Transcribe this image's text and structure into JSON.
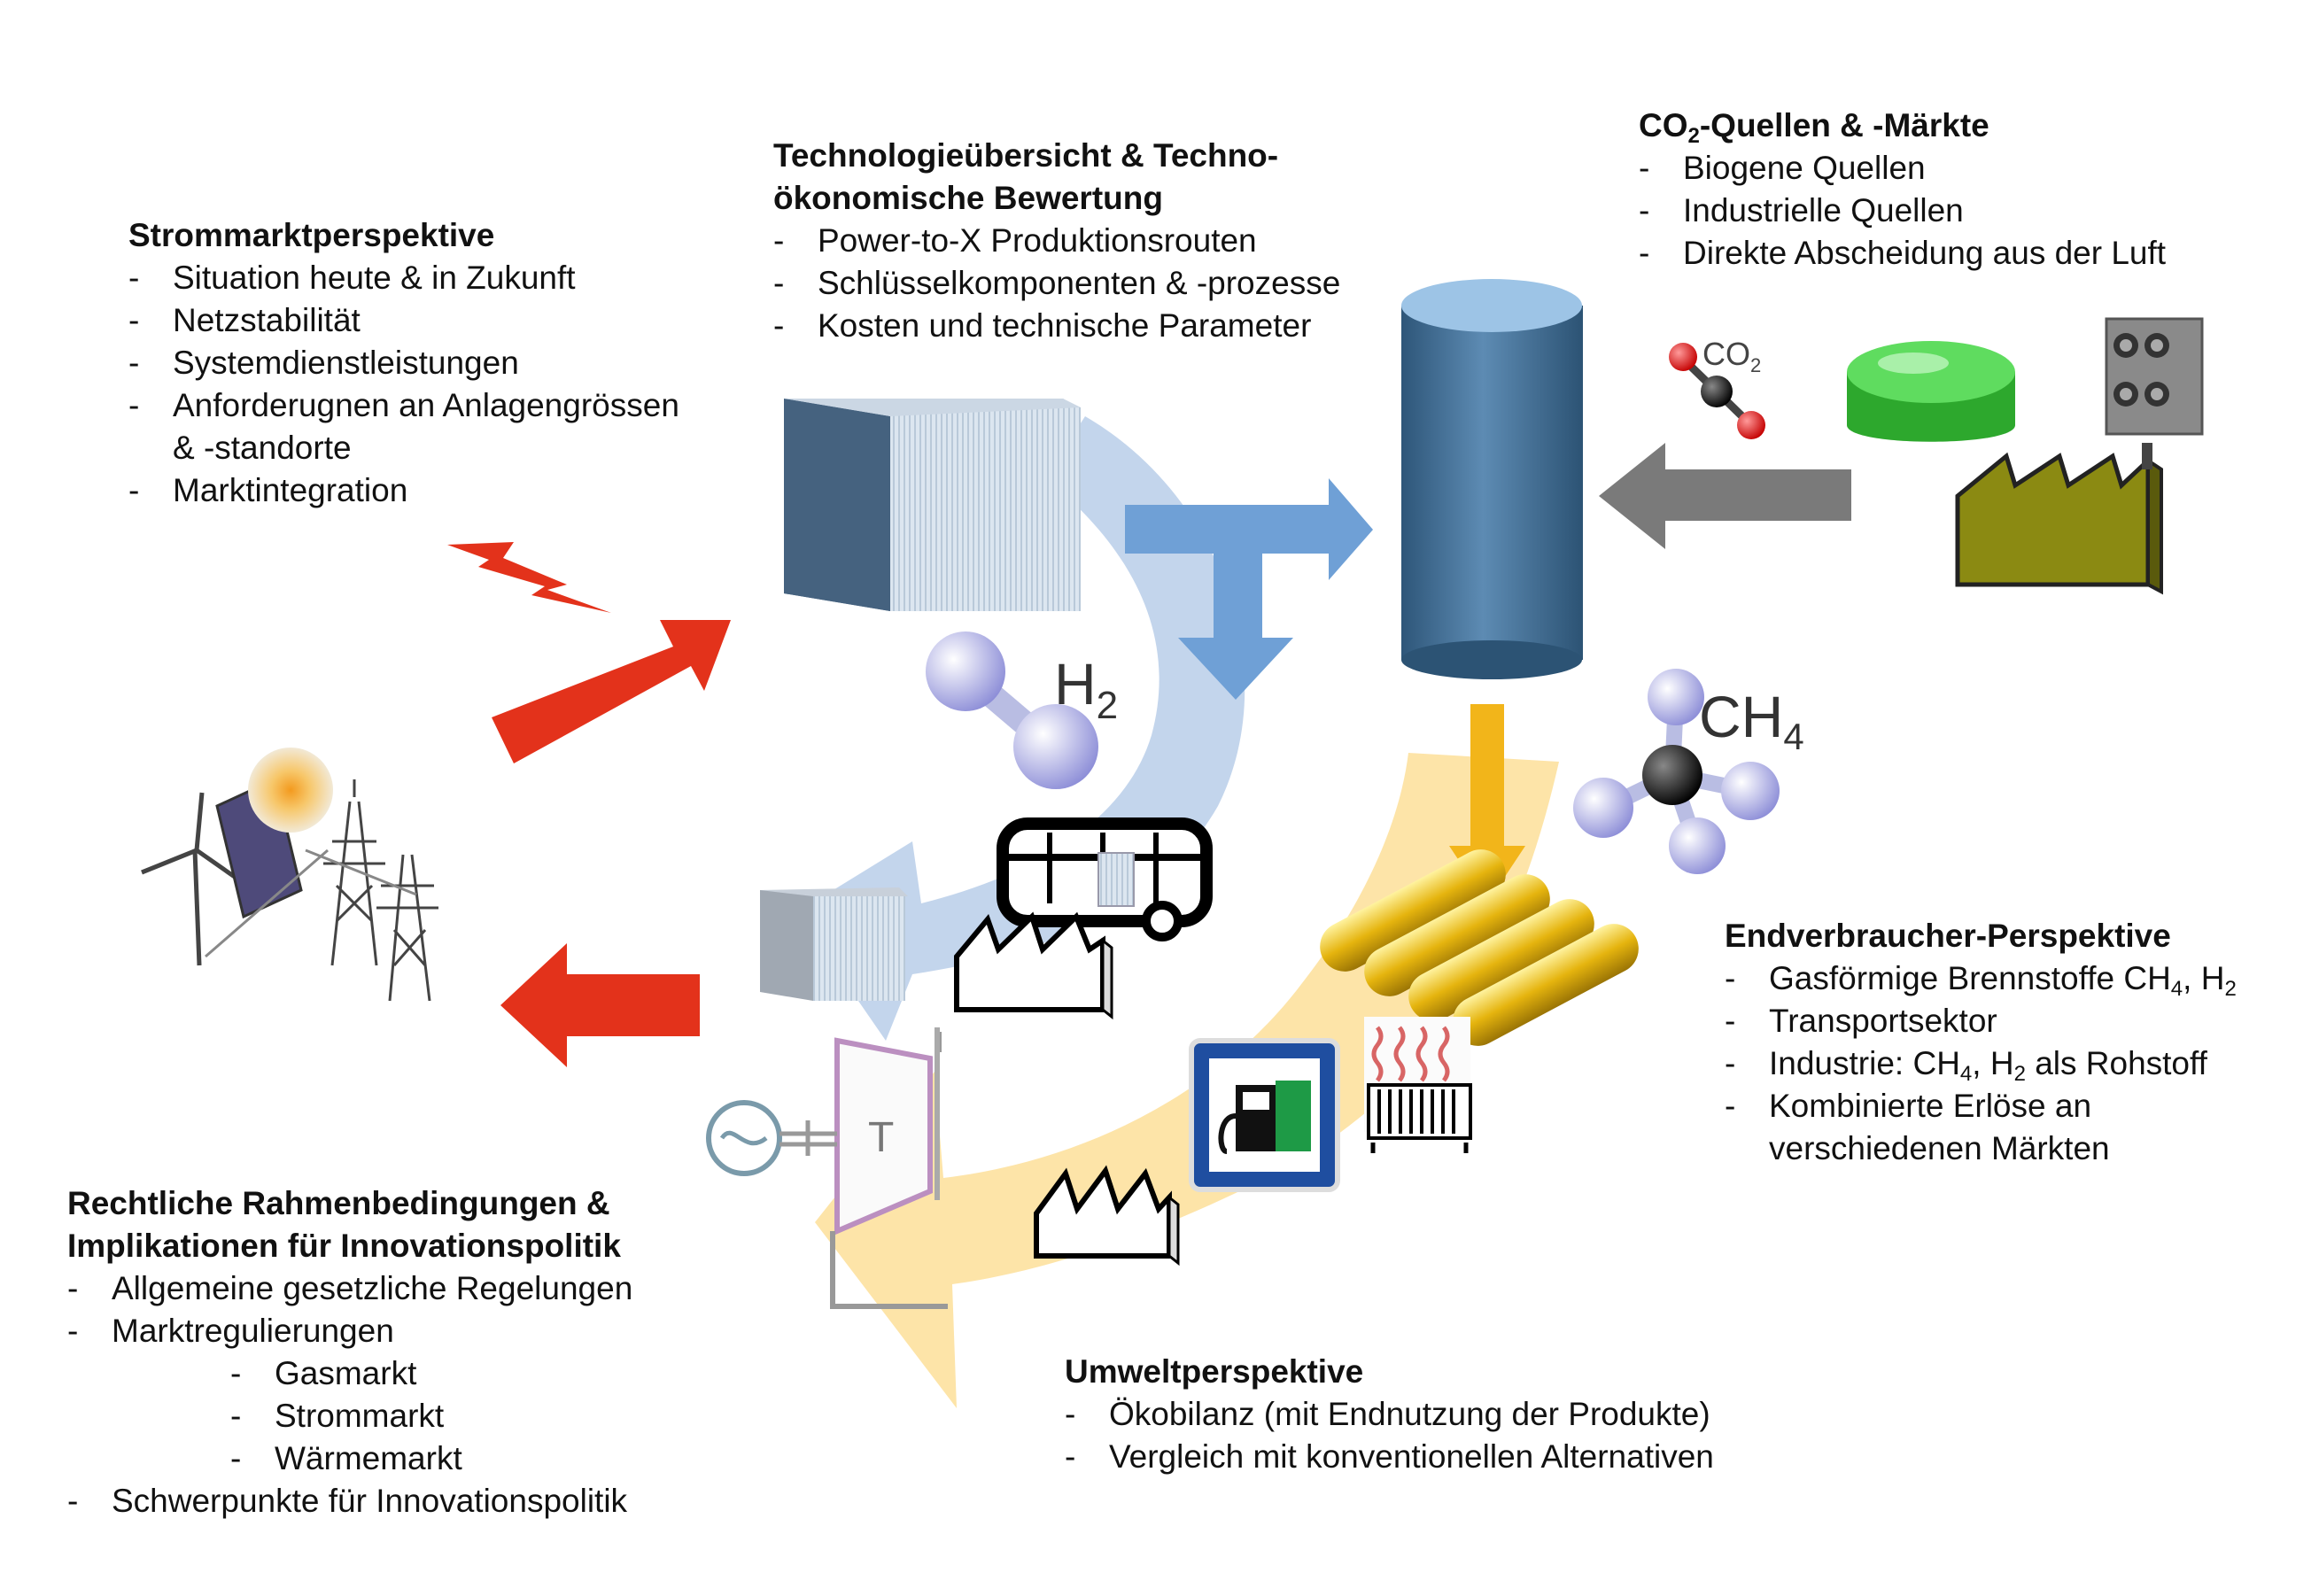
{
  "colors": {
    "red_arrow": "#e3321b",
    "blue_arrow": "#6fa0d6",
    "blue_loop": "#bcd0ea",
    "yellow_loop": "#fde3a3",
    "gray_arrow": "#7a7a7a",
    "cylinder": "#3f6f97",
    "gold": "#f2b51a",
    "olive": "#8b8a12",
    "green": "#3ec33e"
  },
  "labels": {
    "h2_formula": "H",
    "h2_sub": "2",
    "ch4_formula": "CH",
    "ch4_sub": "4",
    "co2_formula": "CO",
    "co2_sub": "2",
    "turbine_letter": "T"
  },
  "icons": [
    "electrolyzer-cube-icon",
    "storage-cylinder-icon",
    "hydrogen-molecule-icon",
    "methane-molecule-icon",
    "co2-molecule-icon",
    "biogas-tank-icon",
    "factory-icon",
    "wind-turbine-icon",
    "solar-panel-icon",
    "sun-icon",
    "power-pylon-icon",
    "lightning-icon",
    "bus-icon",
    "fuel-station-icon",
    "radiator-icon",
    "gas-turbine-icon",
    "generator-icon",
    "gas-pipes-icon"
  ],
  "strommarkt": {
    "title": "Strommarktperspektive",
    "items": [
      "Situation heute & in Zukunft",
      "Netzstabilität",
      "Systemdienstleistungen",
      "Anforderugnen an Anlagengrössen",
      "& -standorte",
      "Marktintegration"
    ]
  },
  "technologie": {
    "title_line1": "Technologieübersicht & Techno-",
    "title_line2": "ökonomische Bewertung",
    "items": [
      "Power-to-X Produktionsrouten",
      "Schlüsselkomponenten & -prozesse",
      "Kosten und technische Parameter"
    ]
  },
  "co2": {
    "title_pre": "CO",
    "title_sub": "2",
    "title_post": "-Quellen & -Märkte",
    "items": [
      "Biogene Quellen",
      "Industrielle Quellen",
      "Direkte Abscheidung aus der Luft"
    ]
  },
  "endverbraucher": {
    "title": "Endverbraucher-Perspektive",
    "item1_pre": "Gasförmige Brennstoffe CH",
    "item1_sub1": "4",
    "item1_mid": ", H",
    "item1_sub2": "2",
    "item2": "Transportsektor",
    "item3_pre": "Industrie: CH",
    "item3_sub1": "4",
    "item3_mid": ", H",
    "item3_sub2": "2",
    "item3_post": " als Rohstoff",
    "item4_line1": "Kombinierte Erlöse an",
    "item4_line2": "verschiedenen Märkten"
  },
  "umwelt": {
    "title": "Umweltperspektive",
    "items": [
      "Ökobilanz (mit Endnutzung der Produkte)",
      "Vergleich mit konventionellen Alternativen"
    ]
  },
  "rechtlich": {
    "title_line1": "Rechtliche Rahmenbedingungen &",
    "title_line2": "Implikationen für Innovationspolitik",
    "items": [
      "Allgemeine gesetzliche Regelungen",
      "Marktregulierungen"
    ],
    "sub_items": [
      "Gasmarkt",
      "Strommarkt",
      "Wärmemarkt"
    ],
    "last_item": "Schwerpunkte für Innovationspolitik"
  }
}
